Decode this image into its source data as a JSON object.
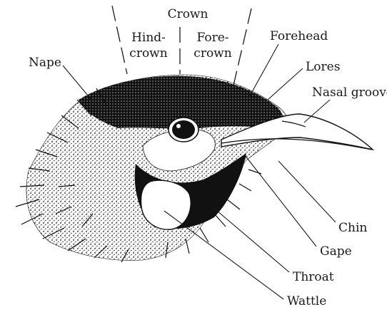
{
  "labels": {
    "crown": "Crown",
    "hindcrown_line1": "Hind-",
    "hindcrown_line2": "crown",
    "forecrown_line1": "Fore-",
    "forecrown_line2": "crown",
    "forehead": "Forehead",
    "nape": "Nape",
    "lores": "Lores",
    "nasal_groove": "Nasal groove",
    "chin": "Chin",
    "gape": "Gape",
    "throat": "Throat",
    "wattle": "Wattle"
  }
}
